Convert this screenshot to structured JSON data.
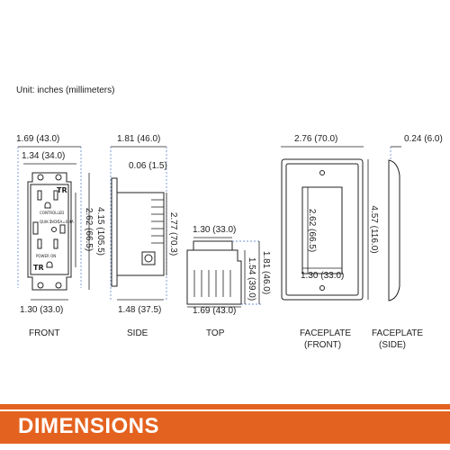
{
  "unit_label": "Unit: inches (millimeters)",
  "title": "DIMENSIONS",
  "views": {
    "front": {
      "label": "FRONT",
      "width_top": "1.69 (43.0)",
      "inner_width": "1.34 (34.0)",
      "height_inner": "2.62 (66.5)",
      "height_total": "4.15 (105.5)",
      "bottom_width": "1.30 (33.0)"
    },
    "side": {
      "label": "SIDE",
      "width_top": "1.81 (46.0)",
      "flange": "0.06 (1.5)",
      "height": "2.77 (70.3)",
      "bottom_width": "1.48 (37.5)"
    },
    "top": {
      "label": "TOP",
      "top_width": "1.30 (33.0)",
      "depth_small": "1.54 (39.0)",
      "depth_total": "1.81 (46.0)",
      "bottom_width": "1.69 (43.0)"
    },
    "faceplate_front": {
      "label_line1": "FACEPLATE",
      "label_line2": "(FRONT)",
      "width": "2.76 (70.0)",
      "opening_height": "2.62 (66.5)",
      "height": "4.57 (116.0)",
      "opening_width": "1.30 (33.0)"
    },
    "faceplate_side": {
      "label_line1": "FACEPLATE",
      "label_line2": "(SIDE)",
      "thickness": "0.24 (6.0)"
    }
  },
  "outlet_markings": [
    "TR",
    "TR",
    "CONTROLLED",
    "QUIK 2",
    "5VDC",
    "5A=0.4A",
    "POWER ON"
  ],
  "colors": {
    "accent": "#e4621f",
    "dimension_line": "#4a74c9"
  }
}
